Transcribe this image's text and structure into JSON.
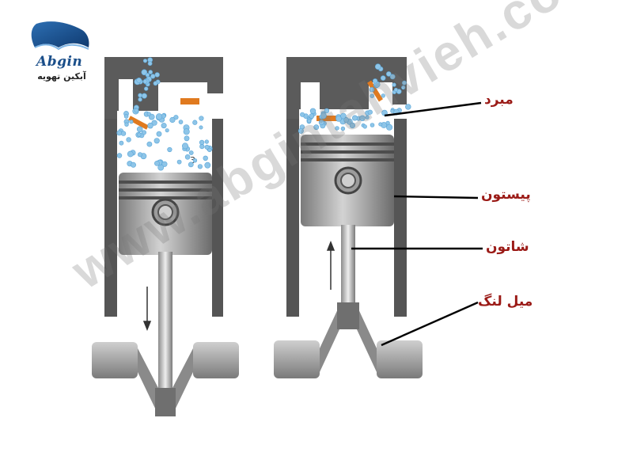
{
  "logo": {
    "text_latin": "Abgin",
    "text_farsi": "آبکین تهویه",
    "color": "#1b4f8a"
  },
  "labels": {
    "valve": "مبرد",
    "piston": "پیستون",
    "connecting_rod": "شاتون",
    "crankshaft": "میل لنگ"
  },
  "watermark": "www.abgintahvieh.com",
  "colors": {
    "label_text": "#9b1b17",
    "valve": "#e07a1f",
    "gas_bubbles": "#8ec5e8",
    "metal_dark": "#5b5b5b",
    "metal_light": "#b9b9b9"
  },
  "diagram": {
    "left_cylinder": {
      "stroke_direction": "down",
      "marker": "3"
    },
    "right_cylinder": {
      "stroke_direction": "up"
    }
  }
}
